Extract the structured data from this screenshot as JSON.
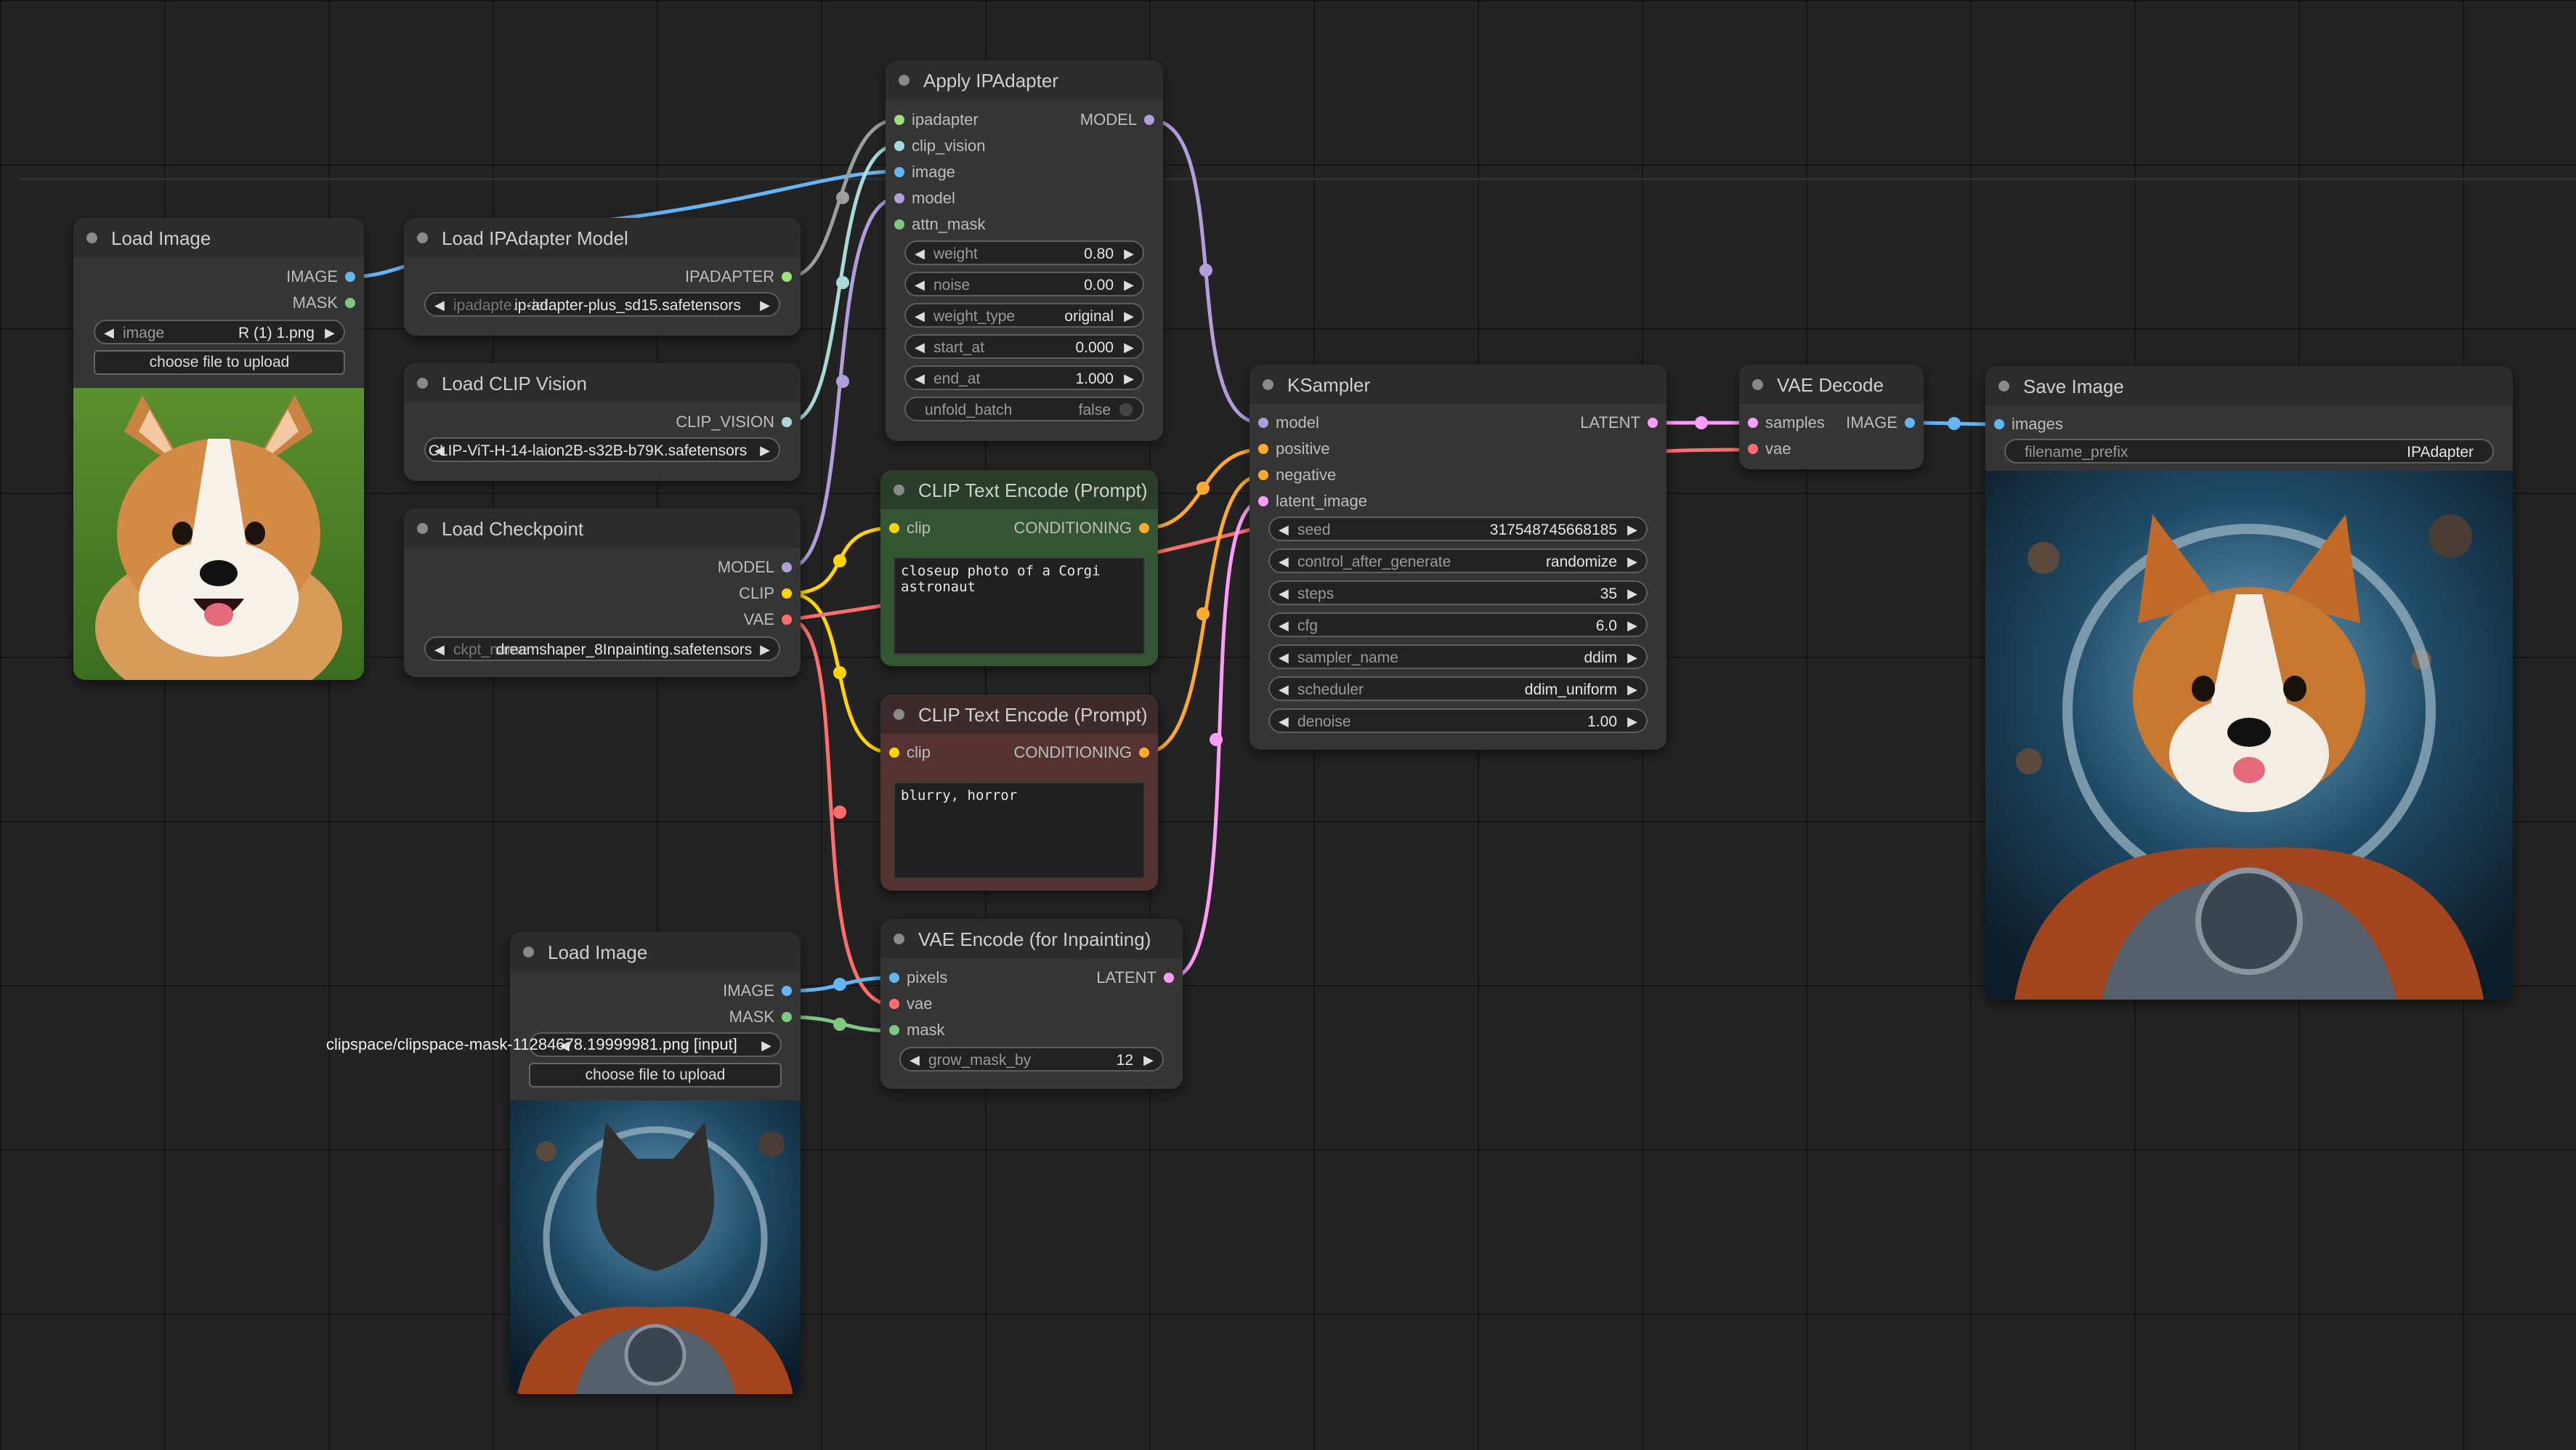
{
  "colors": {
    "model": "#b39ddb",
    "clip": "#ffd500",
    "vae": "#ff6e6e",
    "image": "#64b5f6",
    "mask": "#81c784",
    "conditioning": "#ffa931",
    "latent": "#ff9cf9",
    "ipadapter": "#9ee07a",
    "clip_vision": "#a8dadc"
  },
  "nodes": {
    "load_image_1": {
      "title": "Load Image",
      "outputs": [
        "IMAGE",
        "MASK"
      ],
      "widget_label": "image",
      "widget_value": "R (1) 1.png",
      "upload": "choose file to upload"
    },
    "load_ipadapter_model": {
      "title": "Load IPAdapter Model",
      "outputs": [
        "IPADAPTER"
      ],
      "widget_ghost": "ipadapte…del",
      "widget_value": "ip-adapter-plus_sd15.safetensors"
    },
    "load_clip_vision": {
      "title": "Load CLIP Vision",
      "outputs": [
        "CLIP_VISION"
      ],
      "widget_value": "CLIP-ViT-H-14-laion2B-s32B-b79K.safetensors"
    },
    "load_checkpoint": {
      "title": "Load Checkpoint",
      "outputs": [
        "MODEL",
        "CLIP",
        "VAE"
      ],
      "widget_ghost": "ckpt_name",
      "widget_value": "dreamshaper_8Inpainting.safetensors"
    },
    "apply_ipadapter": {
      "title": "Apply IPAdapter",
      "inputs": [
        "ipadapter",
        "clip_vision",
        "image",
        "model",
        "attn_mask"
      ],
      "outputs": [
        "MODEL"
      ],
      "widgets": [
        {
          "label": "weight",
          "value": "0.80"
        },
        {
          "label": "noise",
          "value": "0.00"
        },
        {
          "label": "weight_type",
          "value": "original"
        },
        {
          "label": "start_at",
          "value": "0.000"
        },
        {
          "label": "end_at",
          "value": "1.000"
        }
      ],
      "toggle_label": "unfold_batch",
      "toggle_value": "false"
    },
    "clip_text_pos": {
      "title": "CLIP Text Encode (Prompt)",
      "inputs": [
        "clip"
      ],
      "outputs": [
        "CONDITIONING"
      ],
      "text": "closeup photo of a Corgi astronaut"
    },
    "clip_text_neg": {
      "title": "CLIP Text Encode (Prompt)",
      "inputs": [
        "clip"
      ],
      "outputs": [
        "CONDITIONING"
      ],
      "text": "blurry, horror"
    },
    "ksampler": {
      "title": "KSampler",
      "inputs": [
        "model",
        "positive",
        "negative",
        "latent_image"
      ],
      "outputs": [
        "LATENT"
      ],
      "widgets": [
        {
          "label": "seed",
          "value": "317548745668185"
        },
        {
          "label": "control_after_generate",
          "value": "randomize"
        },
        {
          "label": "steps",
          "value": "35"
        },
        {
          "label": "cfg",
          "value": "6.0"
        },
        {
          "label": "sampler_name",
          "value": "ddim"
        },
        {
          "label": "scheduler",
          "value": "ddim_uniform"
        },
        {
          "label": "denoise",
          "value": "1.00"
        }
      ]
    },
    "vae_decode": {
      "title": "VAE Decode",
      "inputs": [
        "samples",
        "vae"
      ],
      "outputs": [
        "IMAGE"
      ]
    },
    "save_image": {
      "title": "Save Image",
      "inputs": [
        "images"
      ],
      "widget_label": "filename_prefix",
      "widget_value": "IPAdapter"
    },
    "load_image_2": {
      "title": "Load Image",
      "outputs": [
        "IMAGE",
        "MASK"
      ],
      "widget_value": "clipspace/clipspace-mask-11284678.19999981.png [input]",
      "upload": "choose file to upload"
    },
    "vae_encode_inpaint": {
      "title": "VAE Encode (for Inpainting)",
      "inputs": [
        "pixels",
        "vae",
        "mask"
      ],
      "outputs": [
        "LATENT"
      ],
      "widget_label": "grow_mask_by",
      "widget_value": "12"
    }
  }
}
